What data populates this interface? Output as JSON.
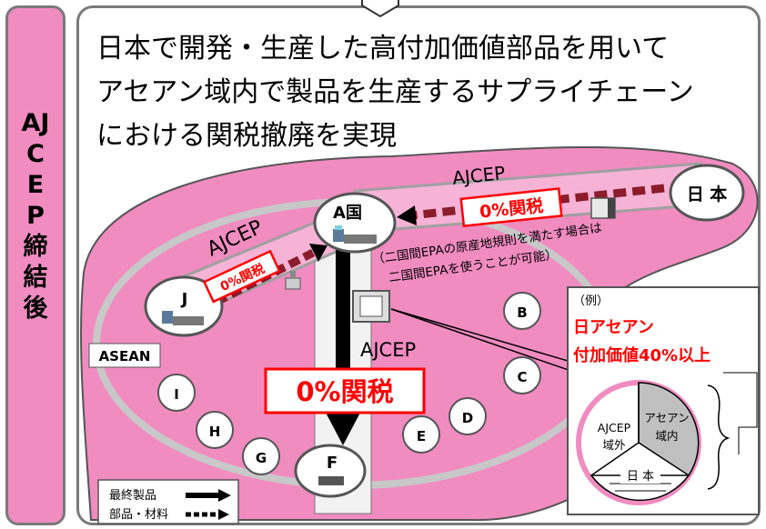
{
  "sidebar": {
    "title": "AJCEP締結後"
  },
  "headline": {
    "lines": [
      "日本で開発・生産した高付加価値部品を用いて",
      "アセアン域内で製品を生産するサプライチェーン",
      "における関税撤廃を実現"
    ]
  },
  "nodes": {
    "japan": "日 本",
    "a": "A国",
    "j": "J",
    "f": "F",
    "b": "B",
    "c": "C",
    "d": "D",
    "e": "E",
    "g": "G",
    "h": "H",
    "i": "I"
  },
  "region_label": "ASEAN",
  "flows": {
    "ajcep_top": "AJCEP",
    "ajcep_left": "AJCEP",
    "ajcep_center": "AJCEP",
    "tariff_top": "0%関税",
    "tariff_left": "0%関税",
    "tariff_center": "0%関税"
  },
  "note": {
    "line1": "（二国間EPAの原産地規則を満たす場合は",
    "line2": "二国間EPAを使うことが可能）"
  },
  "example": {
    "label": "（例）",
    "line1": "日アセアン",
    "line2": "付加価値40%以上",
    "slices": [
      {
        "label_line1": "アセアン",
        "label_line2": "域内",
        "color": "#c0c0c0"
      },
      {
        "label_line1": "AJCEP",
        "label_line2": "域外",
        "color": "#ffffff"
      },
      {
        "label_line1": "日 本",
        "label_line2": "",
        "color": "#ffffff"
      }
    ]
  },
  "legend": {
    "final_product": "最終製品",
    "parts_materials": "部品・材料"
  },
  "colors": {
    "pink": "#f08cc0",
    "light_pink": "#f6b3d6",
    "red": "#ff0000",
    "gray_border": "#7a7a7a"
  }
}
